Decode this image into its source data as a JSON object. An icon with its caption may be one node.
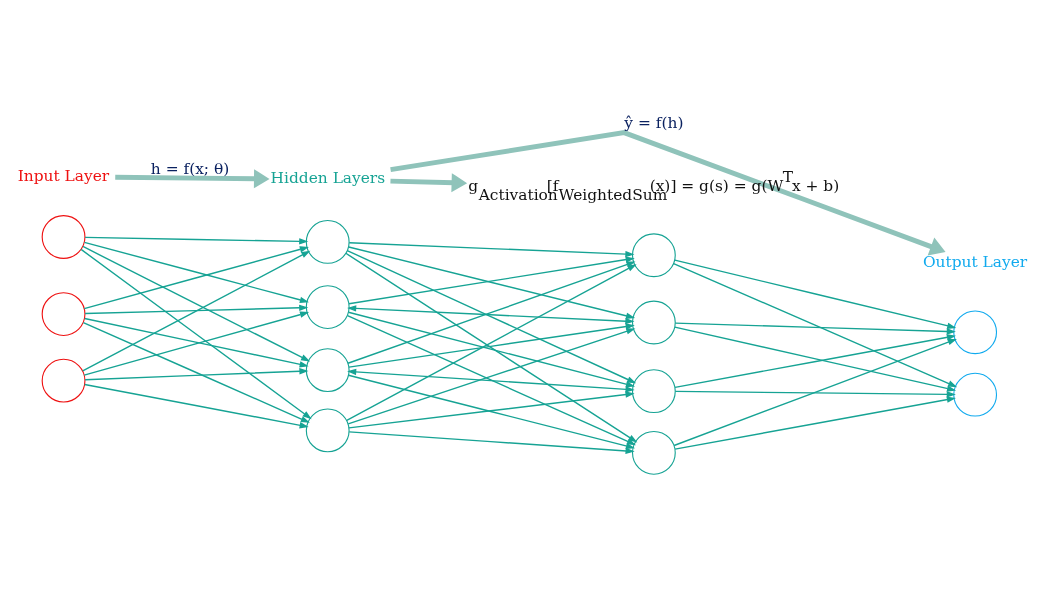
{
  "diagram": {
    "nodes": [
      {
        "text": [],
        "shape": "circle"
      },
      {
        "text": [],
        "shape": "circle"
      },
      {
        "text": [],
        "shape": "circle"
      },
      {
        "text": [],
        "shape": "circle"
      },
      {
        "text": [],
        "shape": "circle"
      },
      {
        "text": [],
        "shape": "circle"
      },
      {
        "text": [],
        "shape": "circle"
      },
      {
        "text": [],
        "shape": "circle"
      },
      {
        "text": [],
        "shape": "circle"
      },
      {
        "text": [],
        "shape": "circle"
      },
      {
        "text": [],
        "shape": "circle"
      },
      {
        "text": [],
        "shape": "circle"
      },
      {
        "text": [],
        "shape": "circle"
      },
      {
        "text": [
          "Input Layer"
        ]
      },
      {
        "text": [
          "Hidden Layers"
        ]
      },
      {
        "text": [
          "Output Layer"
        ]
      },
      {
        "text": [
          "g$_{Activation}$[f$_{WeightedSum}$(x)] = g(s) = g(W$^{T}$x + b)"
        ]
      }
    ],
    "edges": [
      {
        "from": 0,
        "to": 3,
        "arrow": "to"
      },
      {
        "from": 0,
        "to": 4,
        "arrow": "to"
      },
      {
        "from": 0,
        "to": 5,
        "arrow": "to"
      },
      {
        "from": 0,
        "to": 6,
        "arrow": "to"
      },
      {
        "from": 1,
        "to": 3,
        "arrow": "to"
      },
      {
        "from": 1,
        "to": 4,
        "arrow": "to"
      },
      {
        "from": 1,
        "to": 5,
        "arrow": "to"
      },
      {
        "from": 1,
        "to": 6,
        "arrow": "to"
      },
      {
        "from": 2,
        "to": 3,
        "arrow": "to"
      },
      {
        "from": 2,
        "to": 4,
        "arrow": "to"
      },
      {
        "from": 2,
        "to": 5,
        "arrow": "to"
      },
      {
        "from": 2,
        "to": 6,
        "arrow": "to"
      },
      {
        "from": 3,
        "to": 7,
        "arrow": "to"
      },
      {
        "from": 3,
        "to": 8,
        "arrow": "to"
      },
      {
        "from": 3,
        "to": 9,
        "arrow": "to"
      },
      {
        "from": 3,
        "to": 10,
        "arrow": "to"
      },
      {
        "from": 4,
        "to": 7,
        "arrow": "to"
      },
      {
        "from": 4,
        "to": 8,
        "arrow": "both"
      },
      {
        "from": 4,
        "to": 9,
        "arrow": "to"
      },
      {
        "from": 4,
        "to": 10,
        "arrow": "to"
      },
      {
        "from": 5,
        "to": 7,
        "arrow": "to"
      },
      {
        "from": 5,
        "to": 8,
        "arrow": "to"
      },
      {
        "from": 5,
        "to": 9,
        "arrow": "both"
      },
      {
        "from": 5,
        "to": 10,
        "arrow": "to"
      },
      {
        "from": 6,
        "to": 7,
        "arrow": "to"
      },
      {
        "from": 6,
        "to": 8,
        "arrow": "to"
      },
      {
        "from": 6,
        "to": 9,
        "arrow": "to"
      },
      {
        "from": 6,
        "to": 10,
        "arrow": "to"
      },
      {
        "from": 7,
        "to": 11,
        "arrow": "to"
      },
      {
        "from": 7,
        "to": 12,
        "arrow": "to"
      },
      {
        "from": 8,
        "to": 11,
        "arrow": "to"
      },
      {
        "from": 8,
        "to": 12,
        "arrow": "to"
      },
      {
        "from": 9,
        "to": 11,
        "arrow": "to"
      },
      {
        "from": 9,
        "to": 12,
        "arrow": "to"
      },
      {
        "from": 10,
        "to": 11,
        "arrow": "to"
      },
      {
        "from": 10,
        "to": 12,
        "arrow": "to"
      },
      {
        "from": 13,
        "to": 14,
        "arrow": "to",
        "label": "h = f(x; θ)",
        "style": "thick",
        "color": "#8fc3ba"
      },
      {
        "from": 14,
        "to": 15,
        "arrow": "to",
        "label": "ŷ = f(h)",
        "style": "thick",
        "color": "#8fc3ba"
      },
      {
        "from": 14,
        "to": 16,
        "arrow": "to",
        "style": "thick",
        "color": "#8fc3ba"
      }
    ]
  }
}
